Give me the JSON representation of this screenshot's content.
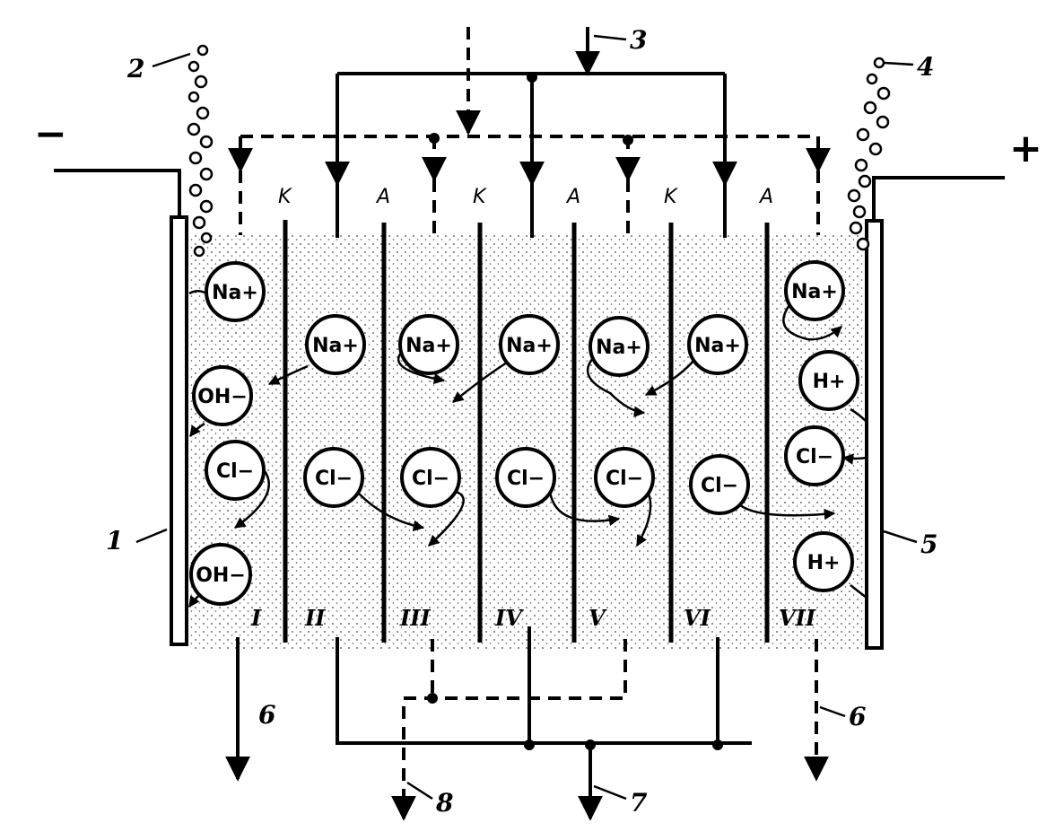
{
  "polarity": {
    "negative": "−",
    "positive": "+"
  },
  "callouts": [
    "1",
    "2",
    "3",
    "4",
    "5",
    "6",
    "6",
    "7",
    "8"
  ],
  "membranes": [
    "K",
    "A",
    "K",
    "A",
    "K",
    "A"
  ],
  "compartments": [
    "I",
    "II",
    "III",
    "IV",
    "V",
    "VI",
    "VII"
  ],
  "ions": [
    "Na+",
    "OH−",
    "Cl−",
    "OH−",
    "Na+",
    "Cl−",
    "Na+",
    "Cl−",
    "Na+",
    "Cl−",
    "Na+",
    "Cl−",
    "Na+",
    "Cl−",
    "Na+",
    "H+",
    "Cl−",
    "H+"
  ]
}
